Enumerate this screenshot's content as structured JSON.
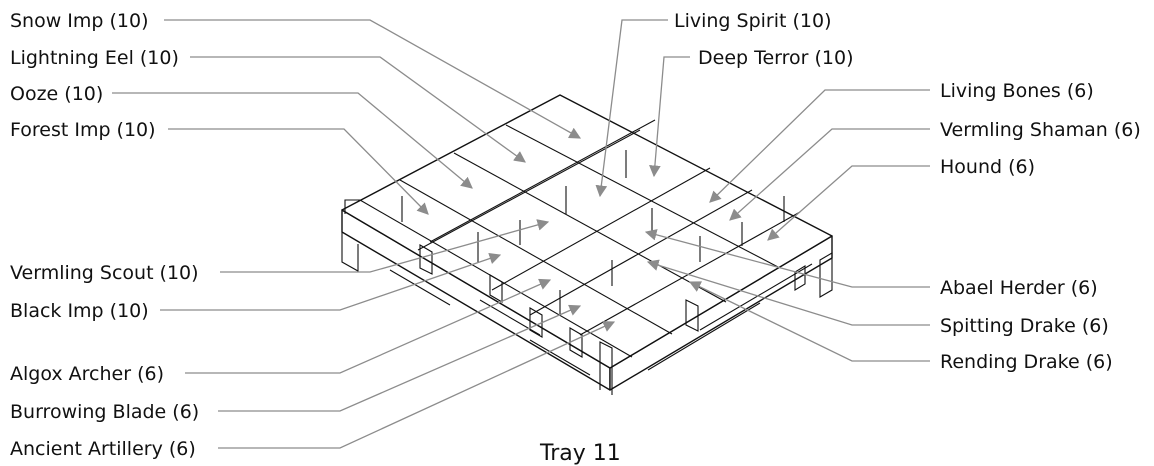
{
  "caption": "Tray 11",
  "labels_left": [
    "Snow Imp (10)",
    "Lightning Eel (10)",
    "Ooze (10)",
    "Forest Imp (10)",
    "Vermling Scout (10)",
    "Black Imp (10)",
    "Algox Archer (6)",
    "Burrowing Blade (6)",
    "Ancient Artillery (6)"
  ],
  "labels_right": [
    "Living Spirit (10)",
    "Deep Terror (10)",
    "Living Bones (6)",
    "Vermling Shaman (6)",
    "Hound (6)",
    "Abael Herder (6)",
    "Spitting Drake (6)",
    "Rending Drake (6)"
  ],
  "colors": {
    "leader": "#8c8c8c",
    "ink": "#111111",
    "background": "#ffffff"
  }
}
